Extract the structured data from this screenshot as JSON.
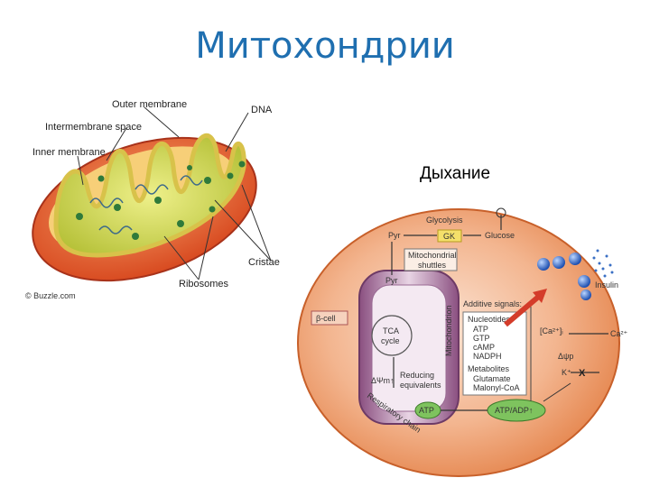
{
  "slide": {
    "title": "Митохондрии",
    "subtitle": "Дыхание"
  },
  "mito_labels": {
    "outer_membrane": "Outer membrane",
    "intermembrane_space": "Intermembrane space",
    "inner_membrane": "Inner membrane",
    "dna": "DNA",
    "cristae": "Cristae",
    "ribosomes": "Ribosomes",
    "copyright": "© Buzzle.com"
  },
  "cell_labels": {
    "glycolysis": "Glycolysis",
    "pyr_top": "Pyr",
    "gk": "GK",
    "glucose": "Glucose",
    "mito_shuttles_1": "Mitochondrial",
    "mito_shuttles_2": "shuttles",
    "pyr_mid": "Pyr",
    "beta_cell": "β-cell",
    "tca_1": "TCA",
    "tca_2": "cycle",
    "mitochondrion": "Mitochondrion",
    "delta_psi": "ΔΨm↑",
    "reducing_1": "Reducing",
    "reducing_2": "equivalents",
    "respiratory_chain": "Respiratory chain",
    "atp": "ATP",
    "atp_adp": "ATP/ADP↑",
    "additive_signals": "Additive signals:",
    "nucleotides": "Nucleotides",
    "nuc_items": [
      "ATP",
      "GTP",
      "cAMP",
      "NADPH"
    ],
    "metabolites": "Metabolites",
    "met_items": [
      "Glutamate",
      "Malonyl-CoA"
    ],
    "ca_i": "[Ca²⁺]ᵢ",
    "ca_ext": "Ca²⁺",
    "delta_psi_p": "Δψp",
    "k_ion": "K⁺",
    "x_mark": "X",
    "insulin": "Insulin"
  },
  "colors": {
    "title": "#1f6fb0",
    "outer_membrane": "#e0572a",
    "matrix": "#c8d24a",
    "cell": "#e8884e",
    "mitochondrion_box": "#a66a9a",
    "atp_oval": "#7ec35e",
    "granule": "#3a6fc4"
  }
}
